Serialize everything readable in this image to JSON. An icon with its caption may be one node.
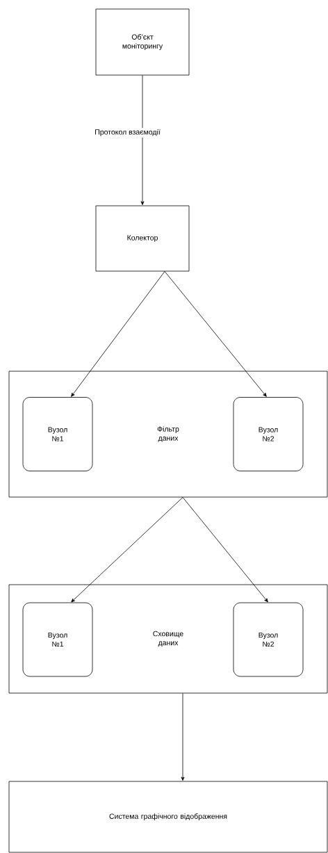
{
  "diagram": {
    "nodes": [
      {
        "text": [
          "Об’єкт моніторингу"
        ]
      },
      {
        "text": [
          "Колектор"
        ]
      },
      {
        "text": [
          "Фільтр даних"
        ]
      },
      {
        "text": [
          "Вузол №1"
        ],
        "in": 2
      },
      {
        "text": [
          "Вузол №2"
        ],
        "in": 2
      },
      {
        "text": [
          "Сховище даних"
        ]
      },
      {
        "text": [
          "Вузол №1"
        ],
        "in": 5
      },
      {
        "text": [
          "Вузол №2"
        ],
        "in": 5
      },
      {
        "text": [
          "Система графічного відображення"
        ]
      }
    ],
    "edges": [
      {
        "from": 0,
        "to": 1,
        "arrow": "to",
        "label": "Протокол взаємодії"
      },
      {
        "from": 1,
        "to": 3,
        "arrow": "to"
      },
      {
        "from": 1,
        "to": 4,
        "arrow": "to"
      },
      {
        "from": 2,
        "to": 6,
        "arrow": "to"
      },
      {
        "from": 2,
        "to": 7,
        "arrow": "to"
      },
      {
        "from": 5,
        "to": 8,
        "arrow": "to"
      }
    ]
  }
}
